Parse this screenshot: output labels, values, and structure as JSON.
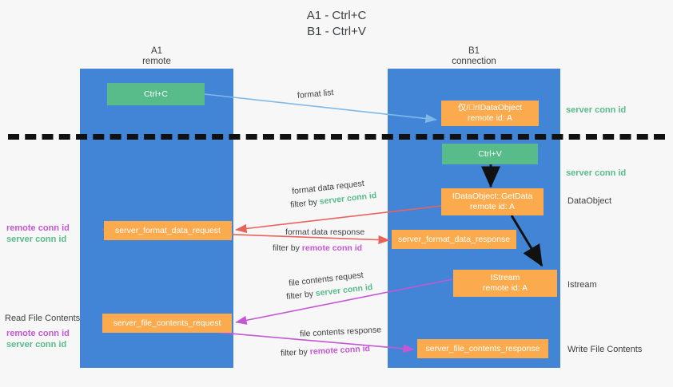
{
  "title": {
    "line1": "A1 - Ctrl+C",
    "line2": "B1 - Ctrl+V"
  },
  "lanes": [
    {
      "name": "A1",
      "sub": "remote"
    },
    {
      "name": "B1",
      "sub": "connection"
    }
  ],
  "boxes": {
    "ctrl_c": "Ctrl+C",
    "ctrl_v": "Ctrl+V",
    "idataobject_top_l1": "仅/゙rIDataObject",
    "idataobject_top_l2": "remote id: A",
    "getdata_l1": "IDataObject::GetData",
    "getdata_l2": "remote id: A",
    "istream_l1": "IStream",
    "istream_l2": "remote id: A",
    "server_format_data_request": "server_format_data_request",
    "server_format_data_response": "server_format_data_response",
    "server_file_contents_request": "server_file_contents_request",
    "server_file_contents_response": "server_file_contents_response"
  },
  "right_labels": {
    "server_conn_id_top": "server conn id",
    "server_conn_id_mid": "server conn id",
    "dataobject": "DataObject",
    "istream": "Istream",
    "write_file_contents": "Write File Contents"
  },
  "left_labels": {
    "remote_conn_id_1": "remote conn id",
    "server_conn_id_1": "server conn id",
    "read_file_contents": "Read File Contents",
    "remote_conn_id_2": "remote conn id",
    "server_conn_id_2": "server conn id"
  },
  "edges": {
    "format_list": "format list",
    "format_data_request": "format data request",
    "filter_by": "filter by ",
    "filter_server_conn_id": "server conn id",
    "format_data_response": "format data response",
    "filter_remote_conn_id": "remote conn id",
    "file_contents_request": "file contents request",
    "file_contents_response": "file contents response"
  },
  "colors": {
    "lane_blue": "#4285d6",
    "green": "#57bb8a",
    "orange": "#fbab4e",
    "magenta": "#c457d4",
    "red_arrow": "#e8645a",
    "light_blue_arrow": "#7fb9e8",
    "black": "#111111"
  }
}
